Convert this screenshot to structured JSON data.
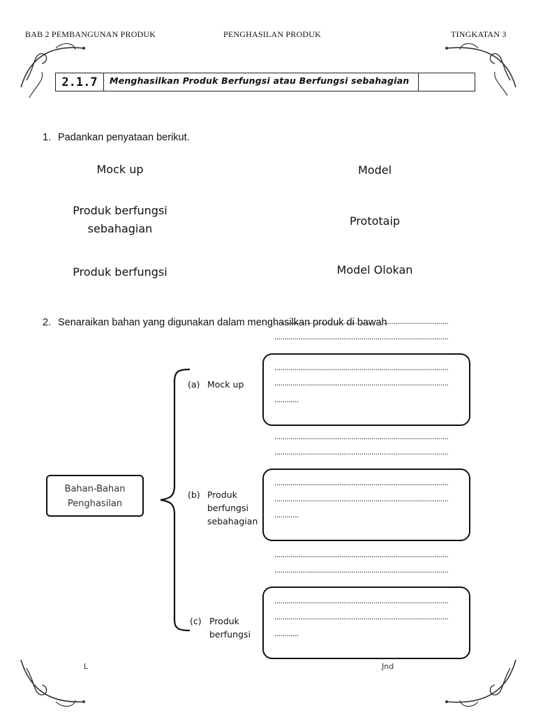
{
  "header": {
    "left": "BAB 2 PEMBANGUNAN PRODUK",
    "center": "PENGHASILAN PRODUK",
    "right": "TINGKATAN 3"
  },
  "title": {
    "code": "2.1.7",
    "text": "Menghasilkan Produk Berfungsi atau Berfungsi sebahagian"
  },
  "q1": {
    "number": "1.",
    "text": "Padankan penyataan berikut.",
    "left": [
      "Mock up",
      "Produk berfungsi sebahagian",
      "Produk berfungsi"
    ],
    "right": [
      "Model",
      "Prototaip",
      "Model Olokan"
    ]
  },
  "q2": {
    "number": "2.",
    "text": "Senaraikan bahan yang digunakan dalam menghasilkan produk di bawah",
    "root": "Bahan-Bahan Penghasilan",
    "items": [
      {
        "marker": "(a)",
        "label": "Mock up"
      },
      {
        "marker": "(b)",
        "label": "Produk berfungsi sebahagian"
      },
      {
        "marker": "(c)",
        "label": "Produk berfungsi"
      }
    ],
    "dot_line": "......................................................................................",
    "dot_short": "............"
  },
  "footer": {
    "left": "L",
    "right": "Jnd"
  }
}
